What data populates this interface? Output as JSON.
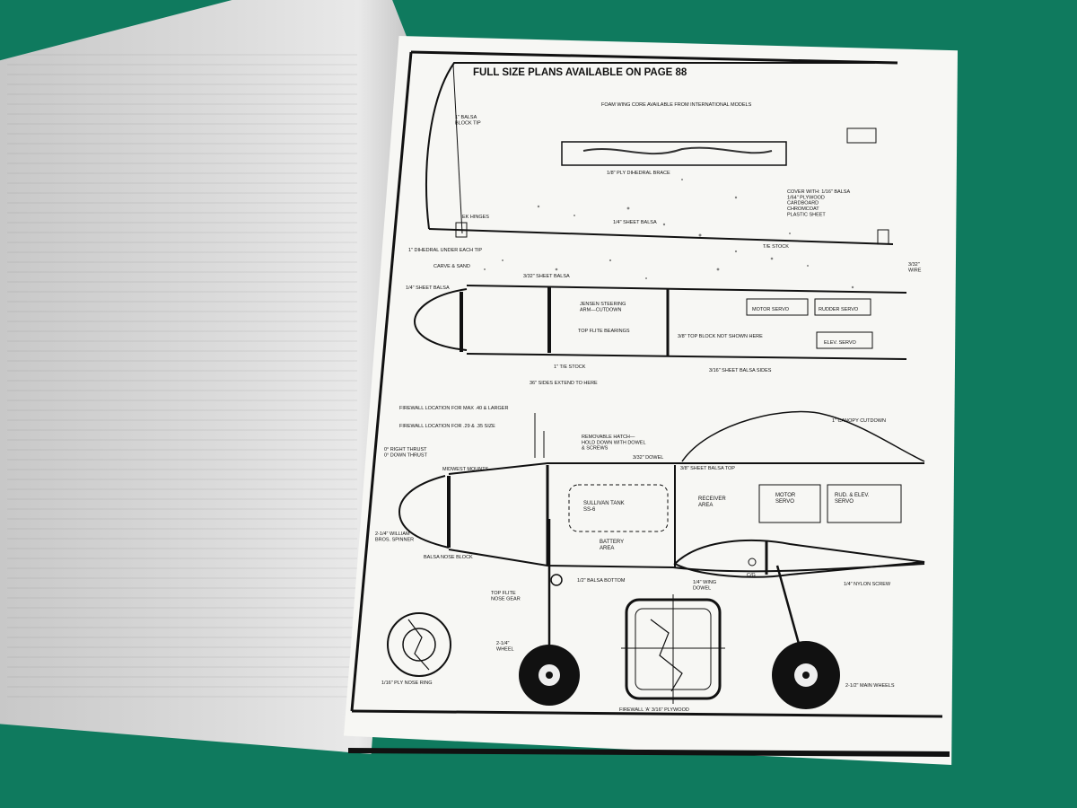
{
  "plan": {
    "title": "FULL SIZE PLANS AVAILABLE ON PAGE 88",
    "foam_note": "FOAM WING CORE AVAILABLE FROM INTERNATIONAL MODELS",
    "balsa_tip": "1\" BALSA\nBLOCK TIP",
    "dihedral_brace": "1/8\" PLY DIHEDRAL BRACE",
    "cover_note": "COVER WITH: 1/16\" BALSA\n1/64\" PLYWOOD\nCARDBOARD\nCHROMCOAT\nPLASTIC SHEET",
    "ek_hinges": "EK HINGES",
    "sheet_balsa_1": "1/4\" SHEET BALSA",
    "te_stock": "T/E STOCK",
    "dihedral_under": "1\" DIHEDRAL UNDER EACH TIP",
    "wire_label": "3/32\"\nWIRE",
    "carve_sand": "CARVE & SAND",
    "sheet_balsa_top_view": "1/4\" SHEET BALSA",
    "sheet_balsa_3_32": "3/32\" SHEET BALSA",
    "jensen": "JENSEN STEERING\nARM—CUTDOWN",
    "motor_servo_top": "MOTOR SERVO",
    "rudder_servo": "RUDDER SERVO",
    "top_flite_bearings": "TOP FLITE BEARINGS",
    "top_block_note": "3/8\" TOP BLOCK NOT SHOWN HERE",
    "elev_servo": "ELEV. SERVO",
    "te_stock_2": "1\" T/E STOCK",
    "sheet_balsa_sides": "3/16\" SHEET BALSA SIDES",
    "sides_extend": "36\" SIDES EXTEND TO HERE",
    "firewall_max": "FIREWALL LOCATION FOR MAX .40 & LARGER",
    "firewall_29": "FIREWALL LOCATION FOR .29 & .35 SIZE",
    "canopy": "1\" CANOPY CUTDOWN",
    "hatch": "REMOVABLE HATCH—\nHOLD DOWN WITH DOWEL\n& SCREWS",
    "thrust": "0° RIGHT THRUST\n0° DOWN THRUST",
    "dowel": "3/32\" DOWEL",
    "sheet_balsa_top": "3/8\" SHEET BALSA TOP",
    "midwest": "MIDWEST MOUNTS",
    "sullivan": "SULLIVAN TANK\nSS-6",
    "receiver": "RECEIVER\nAREA",
    "motor_servo": "MOTOR\nSERVO",
    "rud_elev": "RUD. & ELEV.\nSERVO",
    "spinner": "2-1/4\" WILLIAM\nBROS. SPINNER",
    "battery": "BATTERY\nAREA",
    "balsa_nose": "BALSA NOSE BLOCK",
    "balsa_bottom": "1/2\" BALSA BOTTOM",
    "wing_dowel": "1/4\" WING\nDOWEL",
    "cg": "C/G",
    "nylon_screw": "1/4\" NYLON SCREW",
    "nose_gear": "TOP FLITE\nNOSE GEAR",
    "wheel": "2-1/4\"\nWHEEL",
    "nose_ring": "1/16\" PLY NOSE RING",
    "firewall_a": "FIREWALL 'A' 3/16\" PLYWOOD",
    "main_wheels": "2-1/2\" MAIN WHEELS"
  },
  "colors": {
    "background": "#0f7a5e",
    "paper": "#f7f7f4",
    "ink": "#111111"
  }
}
